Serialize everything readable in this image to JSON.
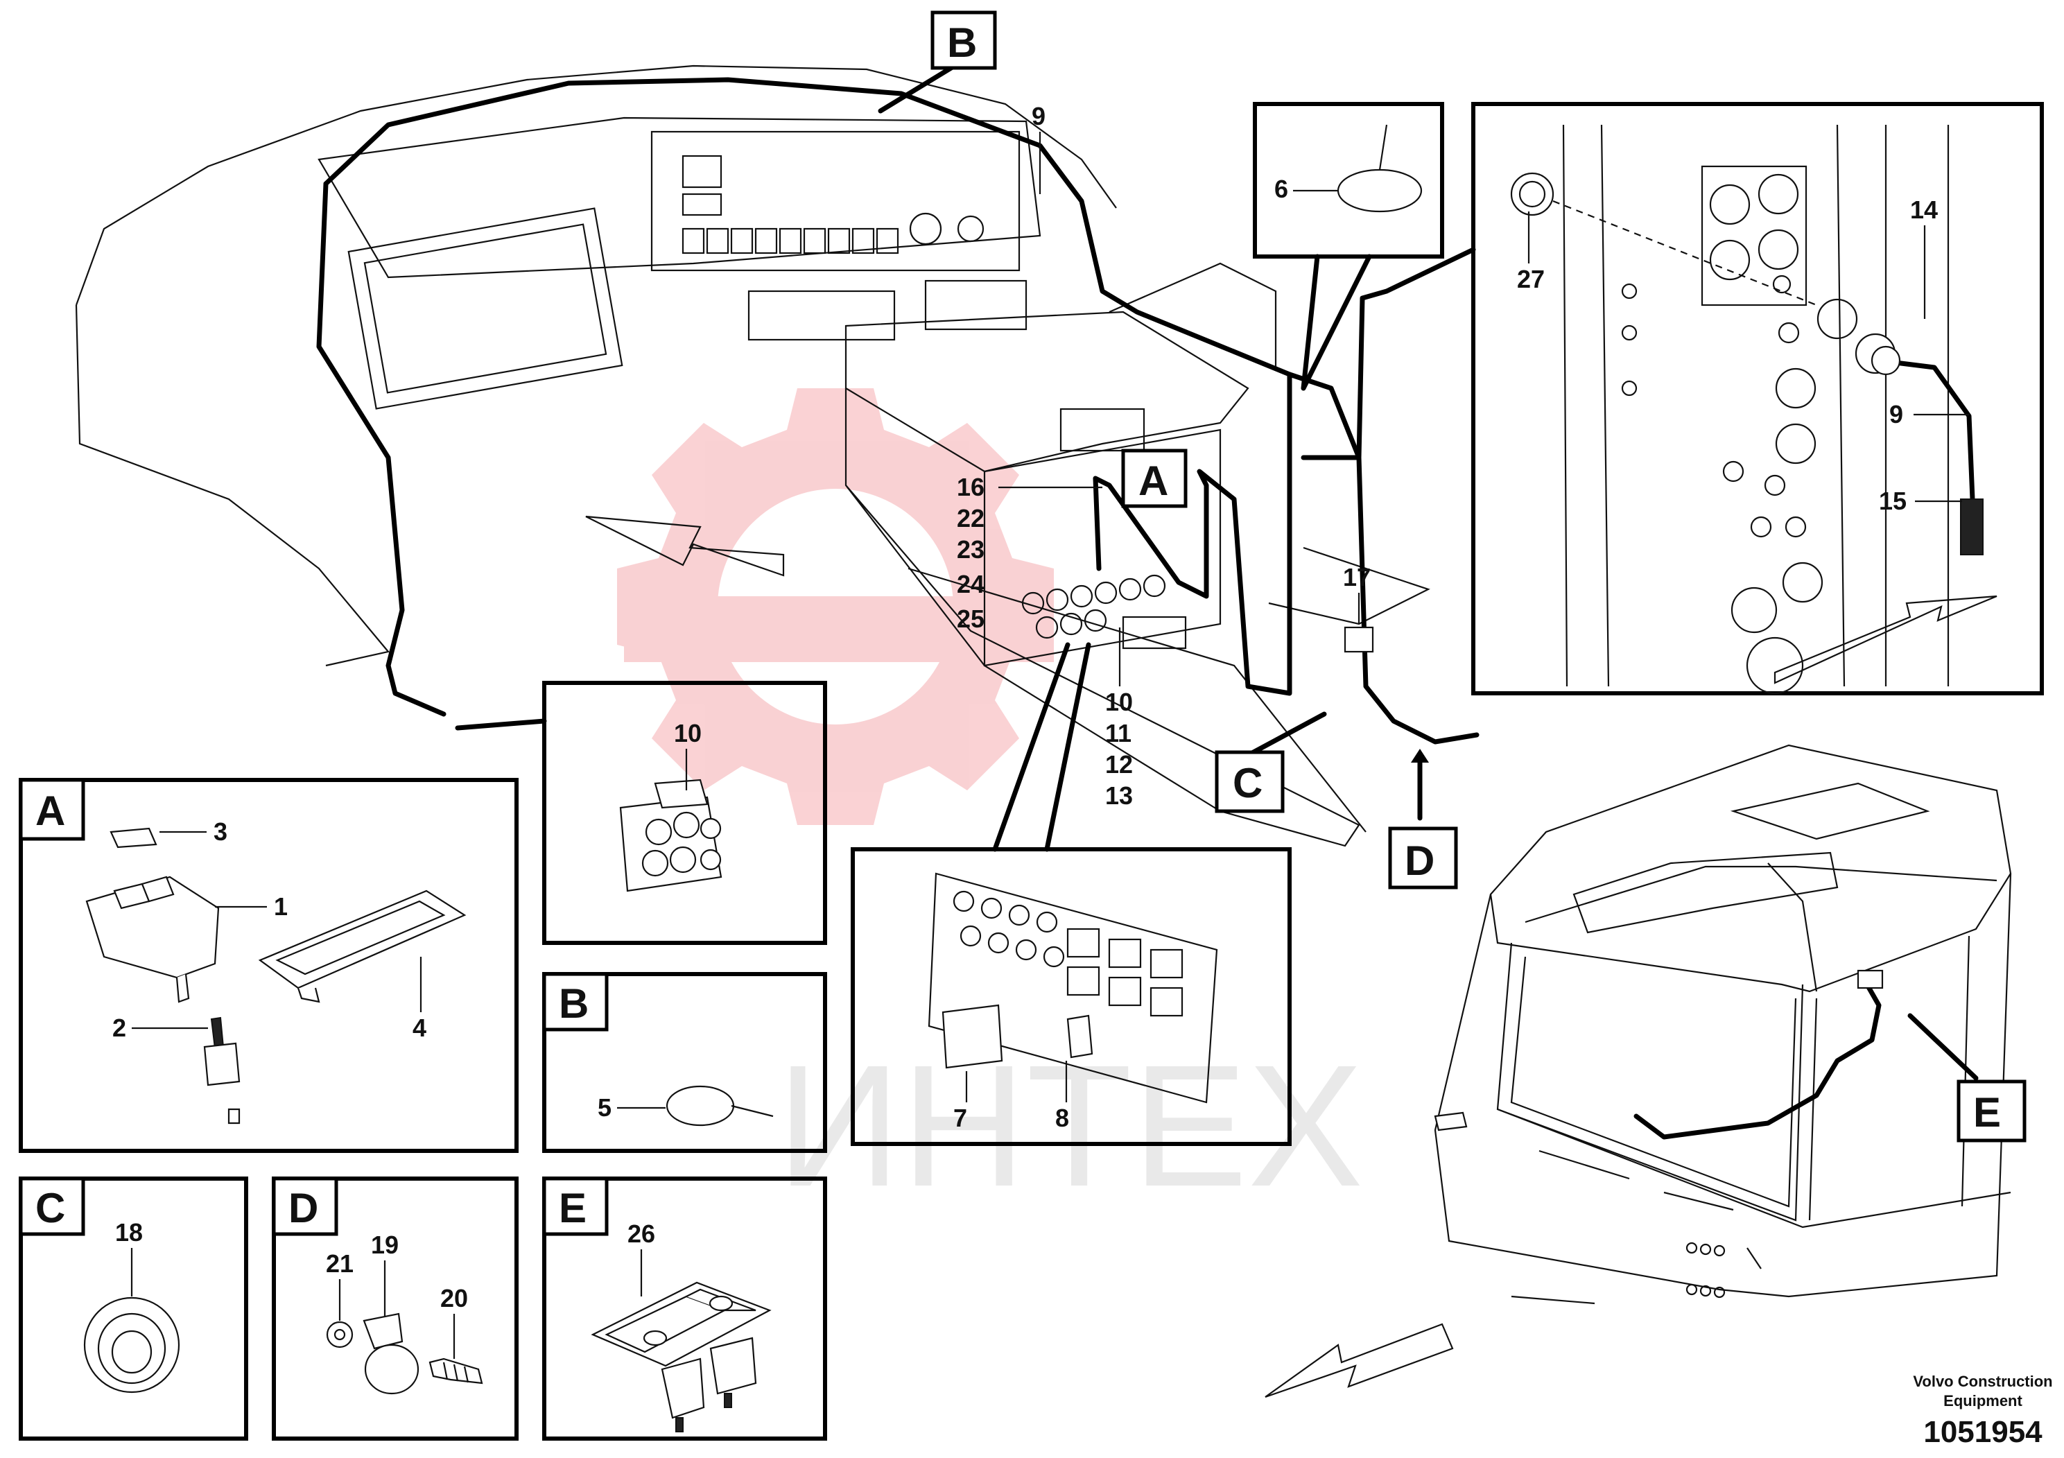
{
  "callouts": {
    "A": "A",
    "B": "B",
    "C": "C",
    "D": "D",
    "E": "E"
  },
  "main_labels": {
    "n9_top": "9",
    "n16": "16",
    "n22": "22",
    "n23": "23",
    "n24": "24",
    "n25": "25",
    "n10": "10",
    "n11": "11",
    "n12": "12",
    "n13": "13",
    "n17": "17"
  },
  "inset_tie": {
    "n6": "6"
  },
  "inset_connector": {
    "n27": "27",
    "n14": "14",
    "n9": "9",
    "n15": "15"
  },
  "inset_plug": {
    "n10": "10"
  },
  "inset_relay": {
    "n7": "7",
    "n8": "8"
  },
  "detail_A": {
    "tag": "A",
    "n1": "1",
    "n2": "2",
    "n3": "3",
    "n4": "4"
  },
  "detail_B": {
    "tag": "B",
    "n5": "5"
  },
  "detail_C": {
    "tag": "C",
    "n18": "18"
  },
  "detail_D": {
    "tag": "D",
    "n19": "19",
    "n20": "20",
    "n21": "21"
  },
  "detail_E": {
    "tag": "E",
    "n26": "26"
  },
  "watermark": "ИНТЕХ",
  "footer": {
    "brand_line1": "Volvo Construction",
    "brand_line2": "Equipment",
    "drawing_number": "1051954"
  },
  "colors": {
    "watermark_red": "#e8333a",
    "watermark_grey": "#cfcfcf",
    "ink": "#111111"
  }
}
